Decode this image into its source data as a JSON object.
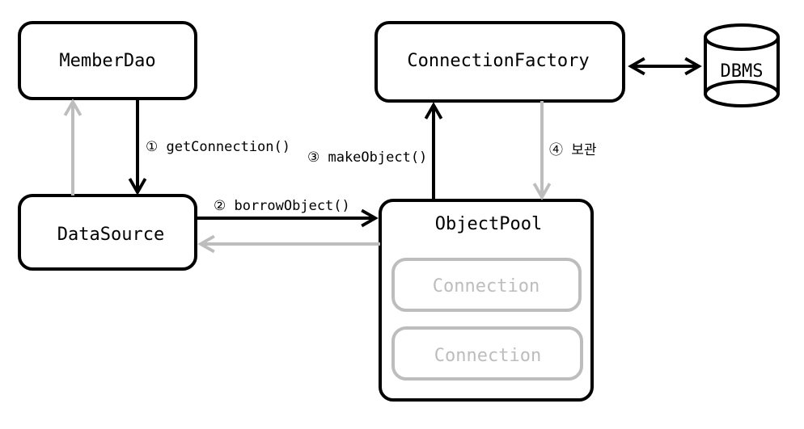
{
  "nodes": {
    "member_dao": "MemberDao",
    "data_source": "DataSource",
    "connection_factory": "ConnectionFactory",
    "object_pool": "ObjectPool",
    "dbms": "DBMS",
    "connections": [
      "Connection",
      "Connection"
    ]
  },
  "edges": {
    "get_connection": "① getConnection()",
    "borrow_object": "② borrowObject()",
    "make_object": "③ makeObject()",
    "store": "④ 보관"
  },
  "colors": {
    "primary": "#000000",
    "secondary": "#bdbdbd"
  }
}
